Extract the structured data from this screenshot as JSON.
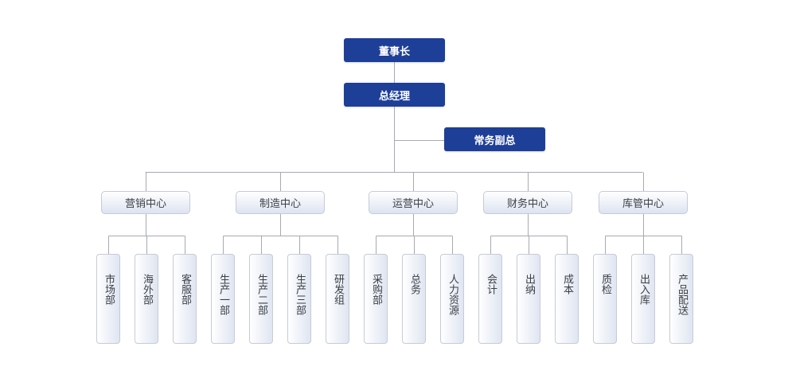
{
  "chairman": "董事长",
  "general_manager": "总经理",
  "deputy_gm": "常务副总",
  "centers": [
    {
      "name": "营销中心",
      "departments": [
        "市场部",
        "海外部",
        "客服部"
      ]
    },
    {
      "name": "制造中心",
      "departments": [
        "生产一部",
        "生产二部",
        "生产三部",
        "研发组"
      ]
    },
    {
      "name": "运营中心",
      "departments": [
        "采购部",
        "总务",
        "人力资源"
      ]
    },
    {
      "name": "财务中心",
      "departments": [
        "会计",
        "出纳",
        "成本"
      ]
    },
    {
      "name": "库管中心",
      "departments": [
        "质检",
        "出入库",
        "产品配送"
      ]
    }
  ],
  "colors": {
    "top_box": "#1e3f97",
    "connector": "#a8aab0"
  }
}
